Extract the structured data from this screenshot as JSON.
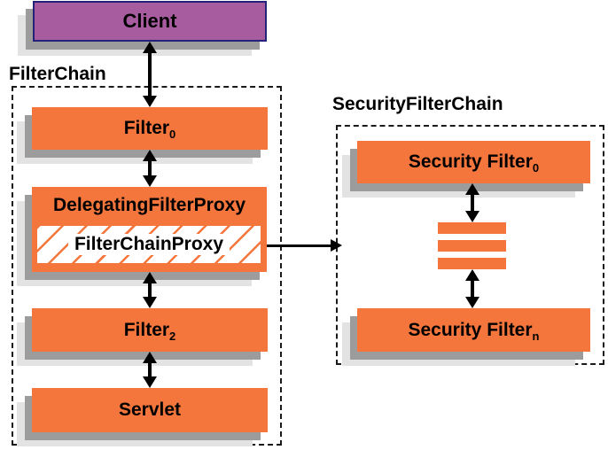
{
  "client": {
    "label": "Client"
  },
  "filter_chain": {
    "title": "FilterChain",
    "filter0": {
      "label": "Filter",
      "subscript": "0"
    },
    "delegating_filter_proxy": {
      "label": "DelegatingFilterProxy"
    },
    "filter_chain_proxy": {
      "label": "FilterChainProxy"
    },
    "filter2": {
      "label": "Filter",
      "subscript": "2"
    },
    "servlet": {
      "label": "Servlet"
    }
  },
  "security_filter_chain": {
    "title": "SecurityFilterChain",
    "security_filter0": {
      "label": "Security Filter",
      "subscript": "0"
    },
    "security_filtern": {
      "label": "Security Filter",
      "subscript": "n"
    },
    "stack_bars_count": "3"
  },
  "colors": {
    "box_orange": "#f4763d",
    "client_purple": "#a75ca0",
    "client_border_navy": "#222277",
    "shadow_dark": "#9c9c9c",
    "shadow_light": "#e3e3e3",
    "arrow_black": "#000000"
  }
}
